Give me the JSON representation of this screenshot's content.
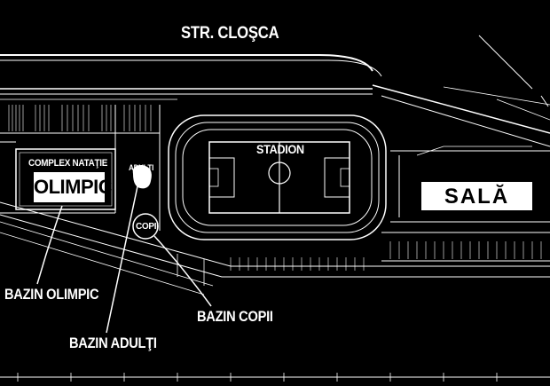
{
  "map": {
    "street": "STR. CLOŞCA",
    "stadium": "STADION",
    "complex_title": "COMPLEX NATAŢIE",
    "complex_name": "OLIMPIC",
    "pool_adults_short": "ADULŢI",
    "pool_kids_short": "COPII",
    "hall": "SALĂ",
    "callouts": {
      "olympic_pool": "BAZIN OLIMPIC",
      "adults_pool": "BAZIN ADULŢI",
      "kids_pool": "BAZIN COPII"
    }
  },
  "colors": {
    "background": "#000000",
    "lines": "#ffffff"
  }
}
